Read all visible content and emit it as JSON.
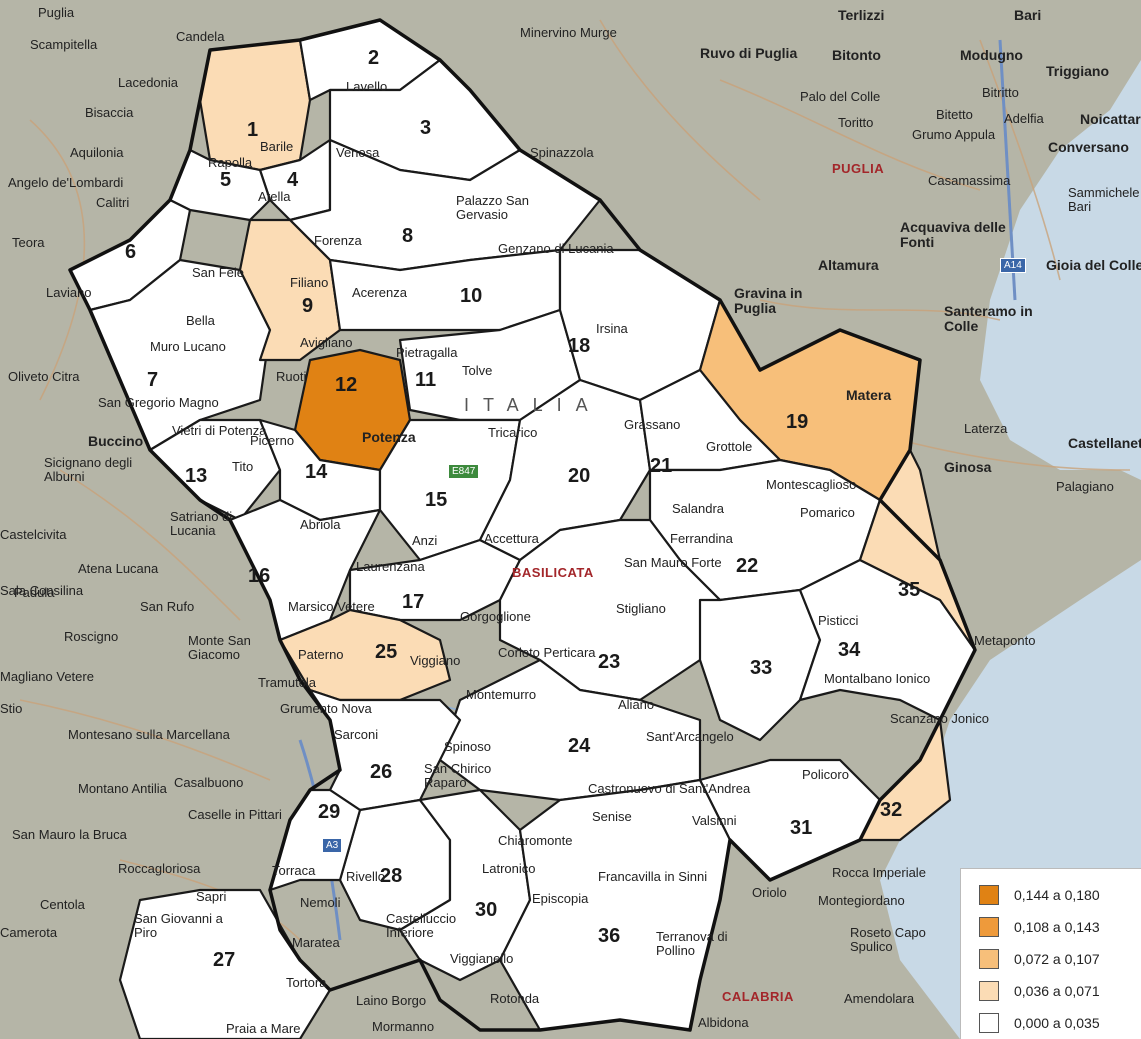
{
  "colors": {
    "sea": "#c8d9e6",
    "land": "#b5b5a7",
    "region_fill": "#ffffff",
    "class_1": "#e08214",
    "class_2": "#ee9a3b",
    "class_3": "#f7bf7a",
    "class_4": "#fbdcb5",
    "class_5": "#ffffff",
    "road": "#c9a27a",
    "motorway": "#6f8fc4",
    "river": "#8fb0d6"
  },
  "legend": [
    {
      "label": "0,144 a 0,180",
      "color": "#e08214"
    },
    {
      "label": "0,108 a 0,143",
      "color": "#ee9a3b"
    },
    {
      "label": "0,072 a 0,107",
      "color": "#f7bf7a"
    },
    {
      "label": "0,036 a 0,071",
      "color": "#fbdcb5"
    },
    {
      "label": "0,000 a 0,035",
      "color": "#ffffff"
    }
  ],
  "zones": [
    {
      "n": "1",
      "cls": 4
    },
    {
      "n": "2",
      "cls": 5
    },
    {
      "n": "3",
      "cls": 5
    },
    {
      "n": "4",
      "cls": 5
    },
    {
      "n": "5",
      "cls": 5
    },
    {
      "n": "6",
      "cls": 5
    },
    {
      "n": "7",
      "cls": 5
    },
    {
      "n": "8",
      "cls": 5
    },
    {
      "n": "9",
      "cls": 4
    },
    {
      "n": "10",
      "cls": 5
    },
    {
      "n": "11",
      "cls": 5
    },
    {
      "n": "12",
      "cls": 1
    },
    {
      "n": "13",
      "cls": 5
    },
    {
      "n": "14",
      "cls": 5
    },
    {
      "n": "15",
      "cls": 5
    },
    {
      "n": "16",
      "cls": 5
    },
    {
      "n": "17",
      "cls": 5
    },
    {
      "n": "18",
      "cls": 5
    },
    {
      "n": "19",
      "cls": 3
    },
    {
      "n": "20",
      "cls": 5
    },
    {
      "n": "21",
      "cls": 5
    },
    {
      "n": "22",
      "cls": 5
    },
    {
      "n": "23",
      "cls": 5
    },
    {
      "n": "24",
      "cls": 5
    },
    {
      "n": "25",
      "cls": 4
    },
    {
      "n": "26",
      "cls": 5
    },
    {
      "n": "27",
      "cls": 5
    },
    {
      "n": "28",
      "cls": 5
    },
    {
      "n": "29",
      "cls": 5
    },
    {
      "n": "30",
      "cls": 5
    },
    {
      "n": "31",
      "cls": 5
    },
    {
      "n": "32",
      "cls": 4
    },
    {
      "n": "33",
      "cls": 5
    },
    {
      "n": "34",
      "cls": 5
    },
    {
      "n": "35",
      "cls": 4
    },
    {
      "n": "36",
      "cls": 5
    }
  ],
  "places": [
    {
      "t": "Puglia"
    },
    {
      "t": "Scampitella"
    },
    {
      "t": "Candela"
    },
    {
      "t": "Lacedonia"
    },
    {
      "t": "Bisaccia"
    },
    {
      "t": "Aquilonia"
    },
    {
      "t": "Angelo de'Lombardi"
    },
    {
      "t": "Calitri"
    },
    {
      "t": "Teora"
    },
    {
      "t": "Laviano"
    },
    {
      "t": "Bella"
    },
    {
      "t": "Muro Lucano"
    },
    {
      "t": "San Fele"
    },
    {
      "t": "Rapolla"
    },
    {
      "t": "Barile"
    },
    {
      "t": "Atella"
    },
    {
      "t": "Venosa"
    },
    {
      "t": "Lavello"
    },
    {
      "t": "Minervino Murge"
    },
    {
      "t": "Spinazzola"
    },
    {
      "t": "Palazzo San Gervasio"
    },
    {
      "t": "Genzano di Lucania"
    },
    {
      "t": "Forenza"
    },
    {
      "t": "Filiano"
    },
    {
      "t": "Acerenza"
    },
    {
      "t": "Avigliano"
    },
    {
      "t": "Ruoti"
    },
    {
      "t": "Pietragalla"
    },
    {
      "t": "Tolve"
    },
    {
      "t": "Irsina"
    },
    {
      "t": "Potenza"
    },
    {
      "t": "Picerno"
    },
    {
      "t": "Vietri di Potenza"
    },
    {
      "t": "Buccino"
    },
    {
      "t": "San Gregorio Magno"
    },
    {
      "t": "Sicignano degli Alburni"
    },
    {
      "t": "Oliveto Citra"
    },
    {
      "t": "Tito"
    },
    {
      "t": "Satriano di Lucania"
    },
    {
      "t": "Abriola"
    },
    {
      "t": "Anzi"
    },
    {
      "t": "Laurenzana"
    },
    {
      "t": "Accettura"
    },
    {
      "t": "Tricarico"
    },
    {
      "t": "Grassano"
    },
    {
      "t": "Grottole"
    },
    {
      "t": "Matera"
    },
    {
      "t": "Laterza"
    },
    {
      "t": "Castellaneta"
    },
    {
      "t": "Ginosa"
    },
    {
      "t": "Palagiano"
    },
    {
      "t": "Montescaglioso"
    },
    {
      "t": "Pomarico"
    },
    {
      "t": "Salandra"
    },
    {
      "t": "Ferrandina"
    },
    {
      "t": "San Mauro Forte"
    },
    {
      "t": "Stigliano"
    },
    {
      "t": "Gorgoglione"
    },
    {
      "t": "Corleto Perticara"
    },
    {
      "t": "Aliano"
    },
    {
      "t": "Montemurro"
    },
    {
      "t": "Viggiano"
    },
    {
      "t": "Marsico Vetere"
    },
    {
      "t": "Paterno"
    },
    {
      "t": "Tramutola"
    },
    {
      "t": "Grumento Nova"
    },
    {
      "t": "Sarconi"
    },
    {
      "t": "Spinoso"
    },
    {
      "t": "San Chirico Raparo"
    },
    {
      "t": "Sant'Arcangelo"
    },
    {
      "t": "Castronuovo di Sant'Andrea"
    },
    {
      "t": "Senise"
    },
    {
      "t": "Valsinni"
    },
    {
      "t": "Chiaromonte"
    },
    {
      "t": "Latronico"
    },
    {
      "t": "Francavilla in Sinni"
    },
    {
      "t": "Episcopia"
    },
    {
      "t": "Terranova di Pollino"
    },
    {
      "t": "Viggianello"
    },
    {
      "t": "Rotonda"
    },
    {
      "t": "Castelluccio Inferiore"
    },
    {
      "t": "Rivello"
    },
    {
      "t": "Nemoli"
    },
    {
      "t": "Maratea"
    },
    {
      "t": "Tortora"
    },
    {
      "t": "Laino Borgo"
    },
    {
      "t": "Mormanno"
    },
    {
      "t": "Praia a Mare"
    },
    {
      "t": "Albidona"
    },
    {
      "t": "Amendolara"
    },
    {
      "t": "Roseto Capo Spulico"
    },
    {
      "t": "Montegiordano"
    },
    {
      "t": "Oriolo"
    },
    {
      "t": "Rocca Imperiale"
    },
    {
      "t": "Policoro"
    },
    {
      "t": "Scanzano Jonico"
    },
    {
      "t": "Montalbano Ionico"
    },
    {
      "t": "Pisticci"
    },
    {
      "t": "Metaponto"
    },
    {
      "t": "Atena Lucana"
    },
    {
      "t": "Sala Consilina"
    },
    {
      "t": "San Rufo"
    },
    {
      "t": "Roscigno"
    },
    {
      "t": "Monte San Giacomo"
    },
    {
      "t": "Magliano Vetere"
    },
    {
      "t": "Stio"
    },
    {
      "t": "Montesano sulla Marcellana"
    },
    {
      "t": "Casalbuono"
    },
    {
      "t": "Montano Antilia"
    },
    {
      "t": "Caselle in Pittari"
    },
    {
      "t": "San Mauro la Bruca"
    },
    {
      "t": "Roccagloriosa"
    },
    {
      "t": "Torraca"
    },
    {
      "t": "Sapri"
    },
    {
      "t": "Centola"
    },
    {
      "t": "San Giovanni a Piro"
    },
    {
      "t": "Camerota"
    },
    {
      "t": "Padula"
    },
    {
      "t": "Castelcivita"
    },
    {
      "t": "Terlizzi"
    },
    {
      "t": "Bari"
    },
    {
      "t": "Ruvo di Puglia"
    },
    {
      "t": "Bitonto"
    },
    {
      "t": "Modugno"
    },
    {
      "t": "Triggiano"
    },
    {
      "t": "Bitritto"
    },
    {
      "t": "Palo del Colle"
    },
    {
      "t": "Bitetto"
    },
    {
      "t": "Adelfia"
    },
    {
      "t": "Noicattaro"
    },
    {
      "t": "Toritto"
    },
    {
      "t": "Grumo Appula"
    },
    {
      "t": "Conversano"
    },
    {
      "t": "Casamassima"
    },
    {
      "t": "Sammichele di Bari"
    },
    {
      "t": "Acquaviva delle Fonti"
    },
    {
      "t": "Gioia del Colle"
    },
    {
      "t": "Altamura"
    },
    {
      "t": "Gravina in Puglia"
    },
    {
      "t": "Santeramo in Colle"
    },
    {
      "t": "PUGLIA"
    },
    {
      "t": "BASILICATA"
    },
    {
      "t": "CALABRIA"
    },
    {
      "t": "ITALIA"
    }
  ],
  "shields": [
    {
      "t": "E847"
    },
    {
      "t": "A14"
    },
    {
      "t": "A3"
    }
  ]
}
